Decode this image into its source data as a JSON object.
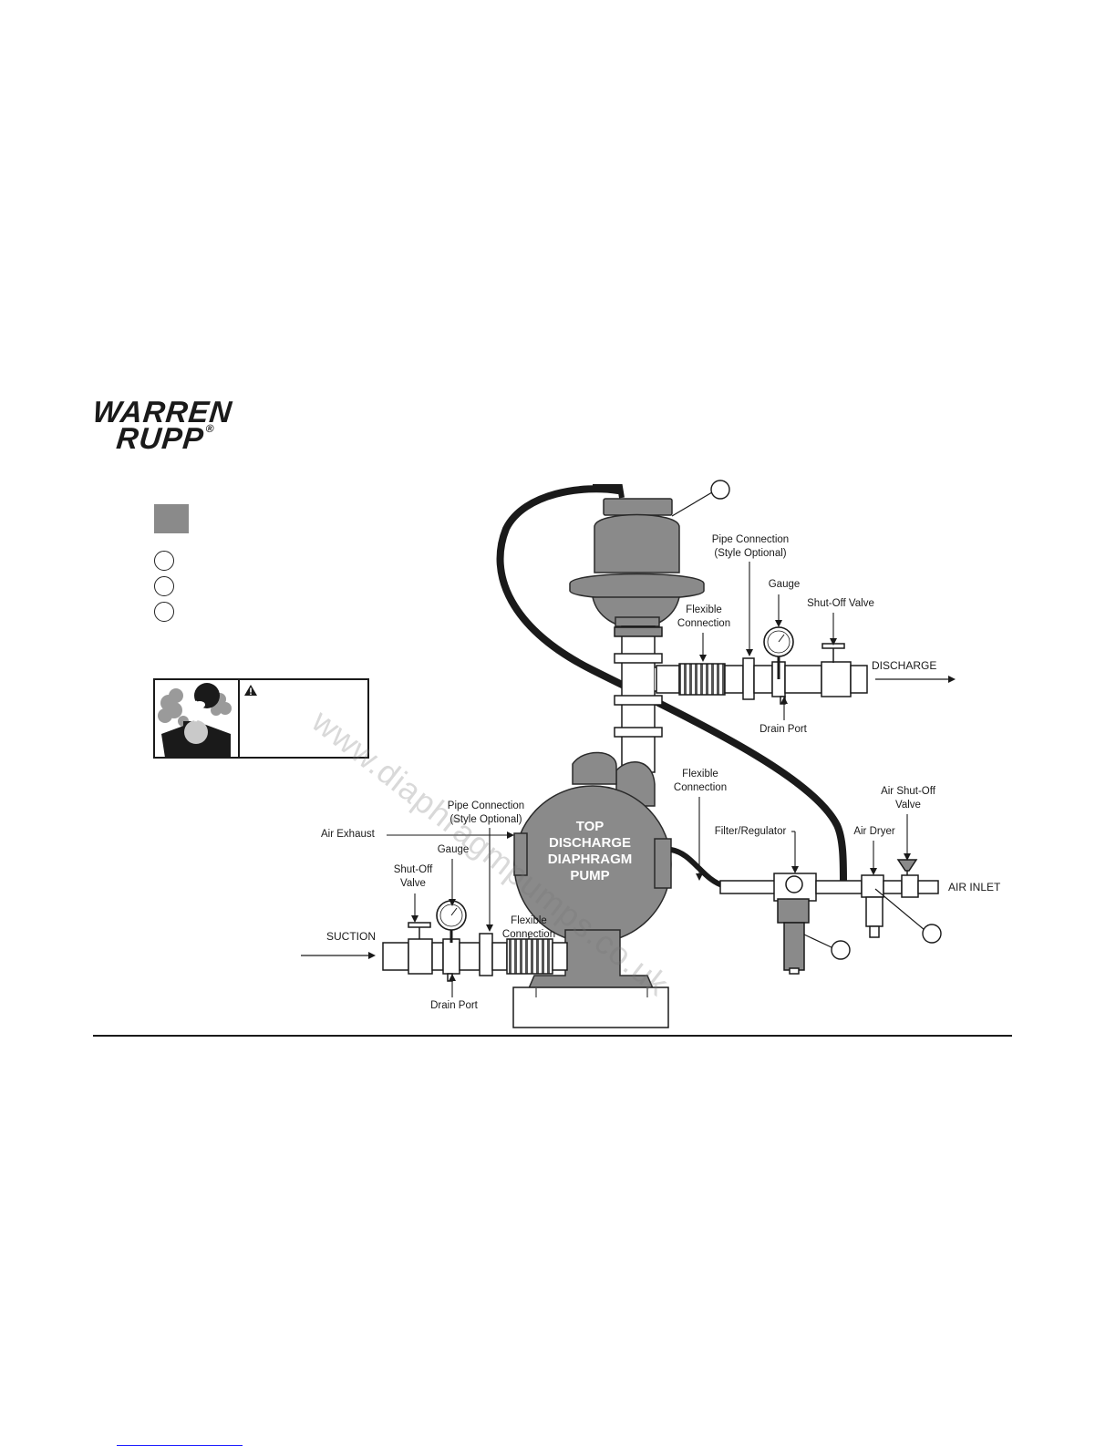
{
  "brand": {
    "line1": "WARREN",
    "line2": "RUPP",
    "mark": "®"
  },
  "diagram": {
    "pump_label": [
      "TOP",
      "DISCHARGE",
      "DIAPHRAGM",
      "PUMP"
    ],
    "labels": {
      "pipe_connection_top": [
        "Pipe Connection",
        "(Style Optional)"
      ],
      "gauge_top": "Gauge",
      "shutoff_valve_top": "Shut-Off Valve",
      "flexible_connection_top": [
        "Flexible",
        "Connection"
      ],
      "discharge": "DISCHARGE",
      "drain_port_top": "Drain Port",
      "flexible_connection_mid": [
        "Flexible",
        "Connection"
      ],
      "air_shutoff_valve": [
        "Air Shut-Off",
        "Valve"
      ],
      "air_dryer": "Air Dryer",
      "filter_regulator": "Filter/Regulator",
      "air_inlet": "AIR INLET",
      "pipe_connection_bottom": [
        "Pipe Connection",
        "(Style Optional)"
      ],
      "air_exhaust": "Air Exhaust",
      "gauge_bottom": "Gauge",
      "shutoff_valve_bottom": [
        "Shut-Off",
        "Valve"
      ],
      "suction": "SUCTION",
      "flexible_connection_bottom": [
        "Flexible",
        "Connection"
      ],
      "drain_port_bottom": "Drain Port"
    }
  },
  "watermark": "www.diaphragmpumps.co.uk",
  "icons": {
    "warning": "warning-triangle-icon",
    "respirator": "respirator-hazard-icon"
  },
  "colors": {
    "pump_gray": "#8a8a8a",
    "line": "#1a1a1a"
  }
}
